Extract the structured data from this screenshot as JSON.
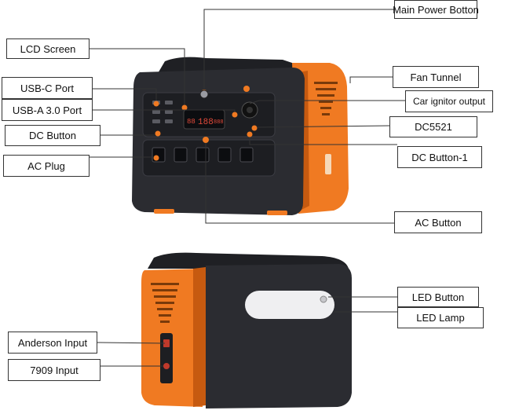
{
  "colors": {
    "body": "#2b2c31",
    "panel": "#1d1e22",
    "accent": "#f07a22",
    "accent_dark": "#c65a10",
    "lcd_digits": "#e14a3a",
    "line": "#333333"
  },
  "top_unit": {
    "lcd_readings": [
      "88",
      "188",
      "888"
    ],
    "labels": {
      "main_power_button": "Main Power Botton",
      "lcd_screen": "LCD Screen",
      "usb_c_port": "USB-C Port",
      "usb_a_port": "USB-A 3.0 Port",
      "dc_button": "DC Button",
      "ac_plug": "AC Plug",
      "fan_tunnel": "Fan Tunnel",
      "car_ignitor_output": "Car ignitor output",
      "dc5521": "DC5521",
      "dc_button_1": "DC Button-1",
      "ac_button": "AC Button"
    }
  },
  "bottom_unit": {
    "labels": {
      "led_button": "LED Button",
      "led_lamp": "LED Lamp",
      "anderson_input": "Anderson Input",
      "input_7909": "7909 Input"
    }
  }
}
